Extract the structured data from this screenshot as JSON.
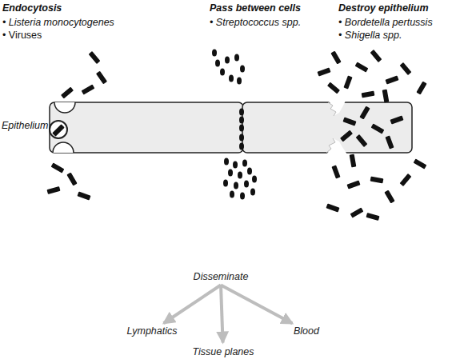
{
  "diagram": {
    "nodes": [
      {
        "text": [
          "Disseminate"
        ]
      },
      {
        "text": [
          "Lymphatics"
        ]
      },
      {
        "text": [
          "Tissue planes"
        ]
      },
      {
        "text": [
          "Blood"
        ]
      }
    ],
    "edges": [
      {
        "from": 0,
        "to": 1,
        "arrow": "to"
      },
      {
        "from": 0,
        "to": 2,
        "arrow": "to"
      },
      {
        "from": 0,
        "to": 3,
        "arrow": "to"
      }
    ],
    "labels": [
      "Endocytosis",
      "• Listeria monocytogenes",
      "• Viruses",
      "Pass between cells",
      "• Streptococcus spp.",
      "Destroy epithelium",
      "• Bordetella pertussis",
      "• Shigella spp.",
      "Epithelium"
    ]
  }
}
